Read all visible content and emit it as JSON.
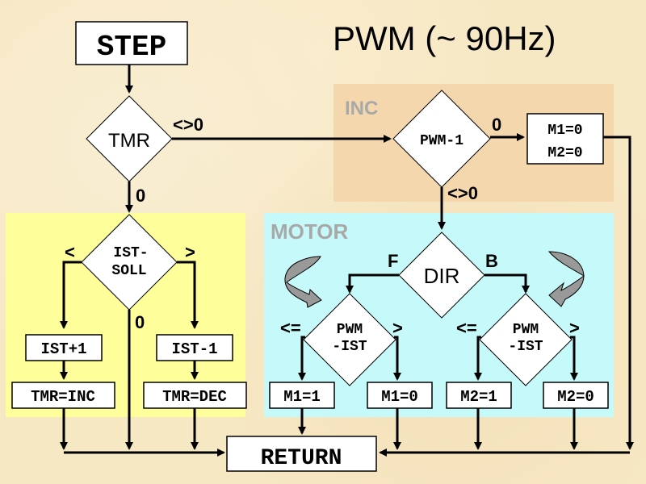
{
  "title": "PWM (~ 90Hz)",
  "colors": {
    "background": "#f7e8c4",
    "inc_region": "#f5d7ae",
    "motor_region": "#c6fafa",
    "ist_region": "#fefe9a",
    "region_label": "#a8a8a8"
  },
  "regions": {
    "inc": "INC",
    "motor": "MOTOR"
  },
  "nodes": {
    "step": "STEP",
    "tmr": "TMR",
    "ist_soll_1": "IST-",
    "ist_soll_2": "SOLL",
    "ist_plus": "IST+1",
    "ist_minus": "IST-1",
    "tmr_inc": "TMR=INC",
    "tmr_dec": "TMR=DEC",
    "pwm_dec": "PWM-1",
    "m_reset_1": "M1=0",
    "m_reset_2": "M2=0",
    "dir": "DIR",
    "pwm_ist_f_1": "PWM",
    "pwm_ist_f_2": "-IST",
    "pwm_ist_b_1": "PWM",
    "pwm_ist_b_2": "-IST",
    "m1_on": "M1=1",
    "m1_off": "M1=0",
    "m2_on": "M2=1",
    "m2_off": "M2=0",
    "return": "RETURN"
  },
  "edge_labels": {
    "tmr_nonzero": "<>0",
    "tmr_zero": "0",
    "ist_less": "<",
    "ist_greater": ">",
    "ist_zero": "0",
    "pwm_zero": "0",
    "pwm_nonzero": "<>0",
    "dir_forward": "F",
    "dir_backward": "B",
    "f_le": "<=",
    "f_gt": ">",
    "b_le": "<=",
    "b_gt": ">"
  }
}
